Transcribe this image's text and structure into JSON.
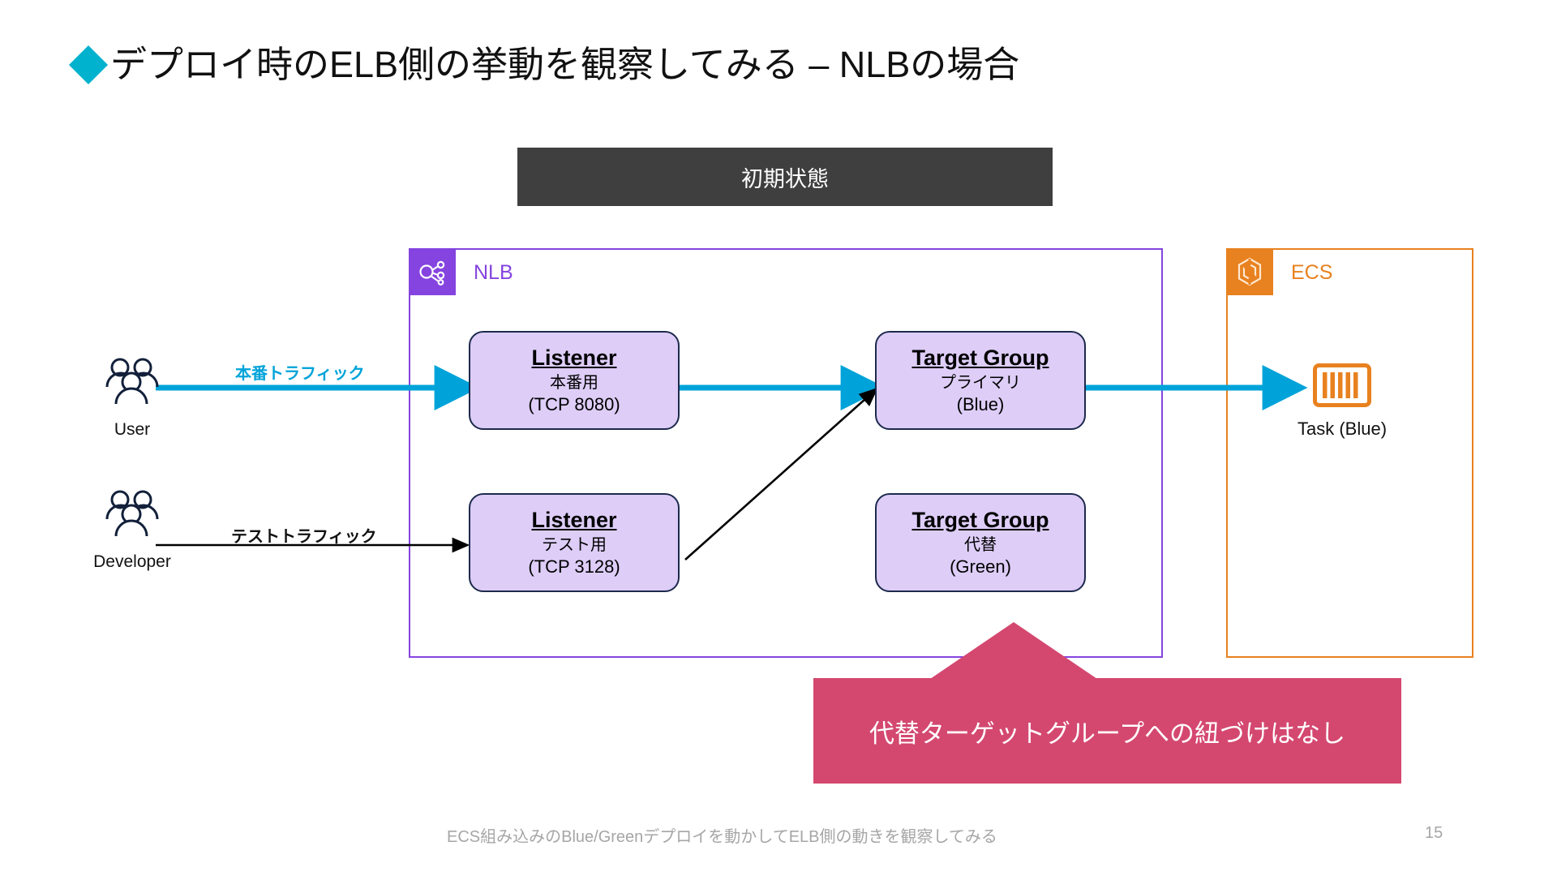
{
  "slide": {
    "title": "デプロイ時のELB側の挙動を観察してみる – NLBの場合",
    "title_bullet_icon": "cyan-diamond-icon",
    "state_banner": "初期状態",
    "footer_note": "ECS組み込みのBlue/Greenデプロイを動かしてELB側の動きを観察してみる",
    "page_number": "15"
  },
  "colors": {
    "accent_cyan": "#00b2ce",
    "traffic_cyan": "#00a3d9",
    "nlb_purple": "#8544e0",
    "ecs_orange": "#e8811f",
    "node_fill": "#ddcdf7",
    "node_border": "#1d2a4d",
    "banner_dark": "#3f3f3f",
    "callout_pink": "#d44870",
    "footer_gray": "#a6a6a6"
  },
  "actors": [
    {
      "id": "user",
      "icon": "users-group-icon",
      "label": "User"
    },
    {
      "id": "developer",
      "icon": "users-group-icon",
      "label": "Developer"
    }
  ],
  "edges": [
    {
      "id": "prod-traffic",
      "label": "本番トラフィック",
      "color": "#00a3d9",
      "from": "user",
      "to": "listener-prod"
    },
    {
      "id": "test-traffic",
      "label": "テストトラフィック",
      "color": "#111111",
      "from": "developer",
      "to": "listener-test"
    },
    {
      "id": "prod-to-tg",
      "label": "",
      "color": "#00a3d9",
      "from": "listener-prod",
      "to": "tg-primary"
    },
    {
      "id": "test-to-tg",
      "label": "",
      "color": "#000000",
      "from": "listener-test",
      "to": "tg-primary"
    },
    {
      "id": "tg-to-task",
      "label": "",
      "color": "#00a3d9",
      "from": "tg-primary",
      "to": "task-blue"
    }
  ],
  "nlb_container": {
    "icon": "nlb-icon",
    "label": "NLB",
    "nodes": [
      {
        "id": "listener-prod",
        "title": "Listener",
        "sub": "本番用",
        "port": "(TCP 8080)"
      },
      {
        "id": "listener-test",
        "title": "Listener",
        "sub": "テスト用",
        "port": "(TCP 3128)"
      },
      {
        "id": "tg-primary",
        "title": "Target Group",
        "sub": "プライマリ",
        "port": "(Blue)"
      },
      {
        "id": "tg-alternate",
        "title": "Target Group",
        "sub": "代替",
        "port": "(Green)"
      }
    ]
  },
  "ecs_container": {
    "icon": "ecs-icon",
    "label": "ECS",
    "task": {
      "id": "task-blue",
      "icon": "container-task-icon",
      "label": "Task (Blue)"
    }
  },
  "callout": {
    "text": "代替ターゲットグループへの紐づけはなし",
    "shape": "up-arrow-banner"
  }
}
